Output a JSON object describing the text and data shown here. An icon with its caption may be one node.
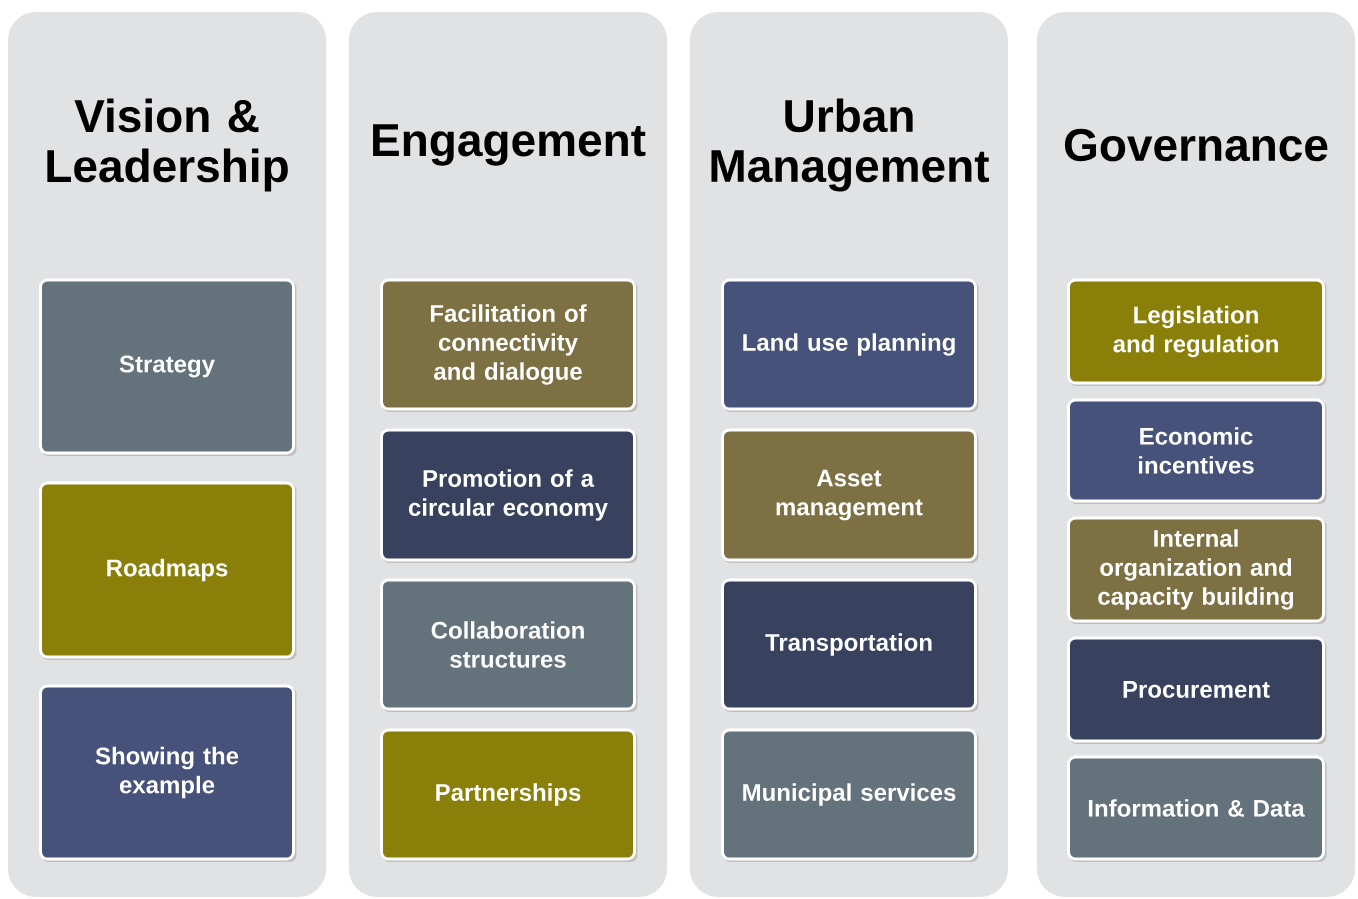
{
  "diagram": {
    "nodes": [
      {
        "text": [
          "Vision & Leadership"
        ]
      },
      {
        "text": [
          "Strategy"
        ],
        "in": 0
      },
      {
        "text": [
          "Roadmaps"
        ],
        "in": 0
      },
      {
        "text": [
          "Showing the example"
        ],
        "in": 0
      },
      {
        "text": [
          "Engagement"
        ]
      },
      {
        "text": [
          "Facilitation of connectivity and dialogue"
        ],
        "in": 4
      },
      {
        "text": [
          "Promotion of a circular economy"
        ],
        "in": 4
      },
      {
        "text": [
          "Collaboration structures"
        ],
        "in": 4
      },
      {
        "text": [
          "Partnerships"
        ],
        "in": 4
      },
      {
        "text": [
          "Urban Management"
        ]
      },
      {
        "text": [
          "Land use planning"
        ],
        "in": 9
      },
      {
        "text": [
          "Asset management"
        ],
        "in": 9
      },
      {
        "text": [
          "Transportation"
        ],
        "in": 9
      },
      {
        "text": [
          "Municipal services"
        ],
        "in": 9
      },
      {
        "text": [
          "Governance"
        ]
      },
      {
        "text": [
          "Legislation and regulation"
        ],
        "in": 14
      },
      {
        "text": [
          "Economic incentives"
        ],
        "in": 14
      },
      {
        "text": [
          "Internal organization and capacity building"
        ],
        "in": 14
      },
      {
        "text": [
          "Procurement"
        ],
        "in": 14
      },
      {
        "text": [
          "Information & Data"
        ],
        "in": 14
      }
    ]
  }
}
